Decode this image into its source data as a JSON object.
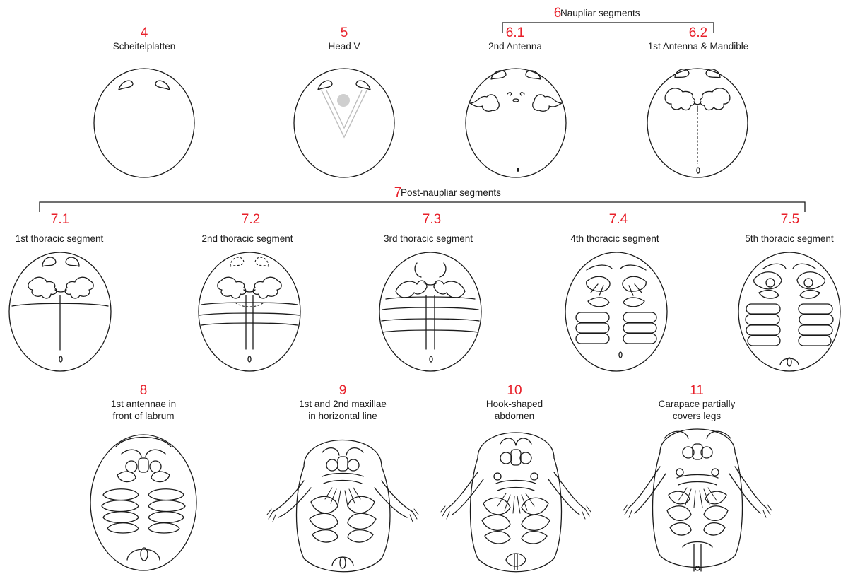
{
  "brackets": {
    "naupliar": {
      "num": "6",
      "label": "Naupliar segments"
    },
    "postnaupliar": {
      "num": "7",
      "label": "Post-naupliar segments"
    }
  },
  "stages": [
    {
      "num": "4",
      "lines": [
        "Scheitelplatten"
      ]
    },
    {
      "num": "5",
      "lines": [
        "Head V"
      ]
    },
    {
      "num": "6.1",
      "lines": [
        "2nd Antenna"
      ]
    },
    {
      "num": "6.2",
      "lines": [
        "1st Antenna & Mandible"
      ]
    },
    {
      "num": "7.1",
      "lines": [
        "1st thoracic segment"
      ]
    },
    {
      "num": "7.2",
      "lines": [
        "2nd thoracic segment"
      ]
    },
    {
      "num": "7.3",
      "lines": [
        "3rd thoracic segment"
      ]
    },
    {
      "num": "7.4",
      "lines": [
        "4th thoracic segment"
      ]
    },
    {
      "num": "7.5",
      "lines": [
        "5th thoracic segment"
      ]
    },
    {
      "num": "8",
      "lines": [
        "1st antennae in",
        "front of labrum"
      ]
    },
    {
      "num": "9",
      "lines": [
        "1st and 2nd maxillae",
        "in horizontal line"
      ]
    },
    {
      "num": "10",
      "lines": [
        "Hook-shaped",
        "abdomen"
      ]
    },
    {
      "num": "11",
      "lines": [
        "Carapace partially",
        "covers legs"
      ]
    }
  ],
  "colors": {
    "accent": "#e8202a",
    "ink": "#1a1a1a",
    "vmark": "#bdbdbd",
    "vdot": "#cfcfcf"
  }
}
